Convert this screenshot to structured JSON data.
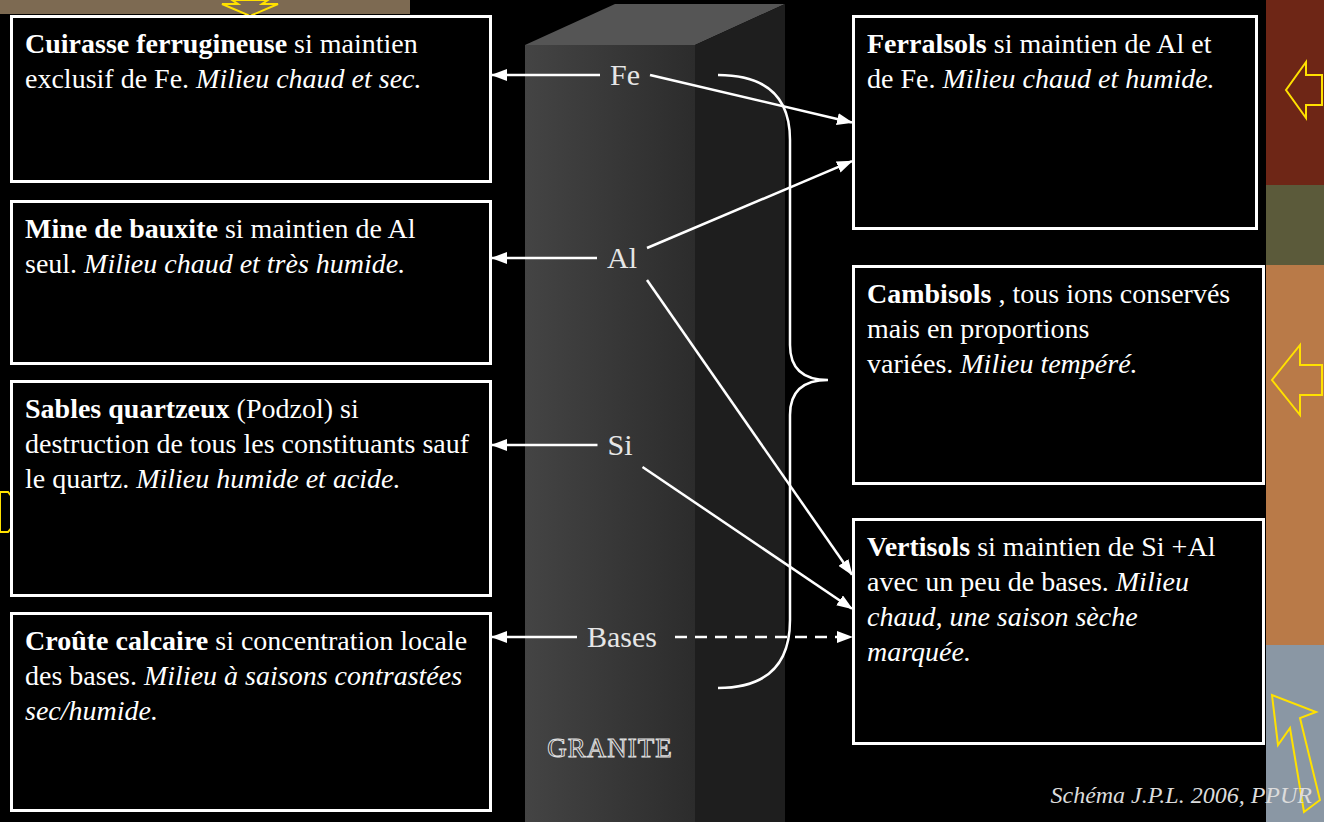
{
  "diagram": {
    "caption": "Schéma J.P.L. 2006, PPUR",
    "nodes": [
      {
        "text": [
          "Cuirasse ferrugineuse",
          "si maintien exclusif de Fe.",
          "Milieu chaud et sec."
        ]
      },
      {
        "text": [
          "Mine de bauxite",
          "si maintien de Al seul.",
          "Milieu chaud et très humide."
        ]
      },
      {
        "text": [
          "Sables quartzeux",
          "(Podzol) si destruction de tous les constituants sauf le quartz.",
          "Milieu humide et acide."
        ]
      },
      {
        "text": [
          "Croûte calcaire",
          "si concentration locale des bases.",
          "Milieu à saisons contrastées sec/humide."
        ]
      },
      {
        "text": [
          "GRANITE"
        ]
      },
      {
        "text": [
          "Fe"
        ],
        "in": 4
      },
      {
        "text": [
          "Al"
        ],
        "in": 4
      },
      {
        "text": [
          "Si"
        ],
        "in": 4
      },
      {
        "text": [
          "Bases"
        ],
        "in": 4
      },
      {
        "text": [
          "Ferralsols",
          "si maintien de Al et de Fe.",
          "Milieu chaud et humide."
        ]
      },
      {
        "text": [
          "Cambisols",
          ", tous ions conservés mais en proportions variées.",
          "Milieu tempéré."
        ]
      },
      {
        "text": [
          "Vertisols",
          "si maintien de Si +Al avec un peu de bases.",
          "Milieu chaud, une saison sèche marquée."
        ]
      }
    ],
    "edges": [
      {
        "from": 5,
        "to": 0,
        "arrow": "to"
      },
      {
        "from": 6,
        "to": 1,
        "arrow": "to"
      },
      {
        "from": 7,
        "to": 2,
        "arrow": "to"
      },
      {
        "from": 8,
        "to": 3,
        "arrow": "to"
      },
      {
        "from": 5,
        "to": 9,
        "arrow": "to"
      },
      {
        "from": 6,
        "to": 9,
        "arrow": "to"
      },
      {
        "from": 6,
        "to": 11,
        "arrow": "to"
      },
      {
        "from": 7,
        "to": 11,
        "arrow": "to"
      },
      {
        "from": 8,
        "to": 11,
        "arrow": "to"
      }
    ]
  }
}
